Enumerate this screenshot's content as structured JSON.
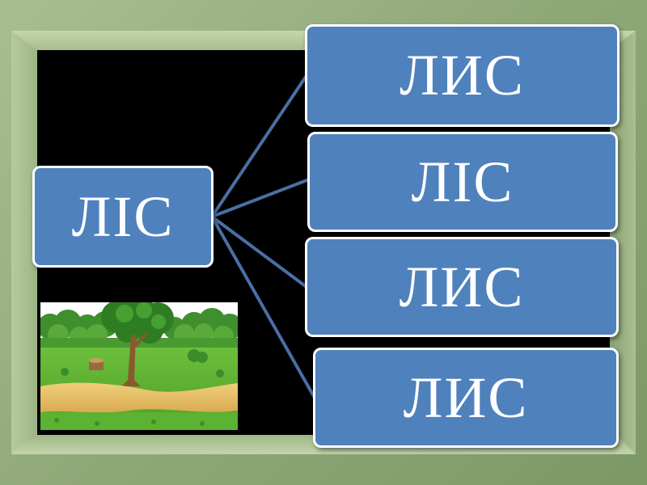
{
  "diagram": {
    "source_word": "ЛІС",
    "options": [
      {
        "label": "ЛИС"
      },
      {
        "label": "ЛІС"
      },
      {
        "label": "ЛИС"
      },
      {
        "label": "ЛИС"
      }
    ],
    "picture_icon": "forest-illustration-icon"
  },
  "colors": {
    "box_fill": "#4f81bd",
    "box_text": "#ffffff",
    "connector": "#4a6fa5",
    "frame": "#8fa878",
    "board": "#000000"
  }
}
